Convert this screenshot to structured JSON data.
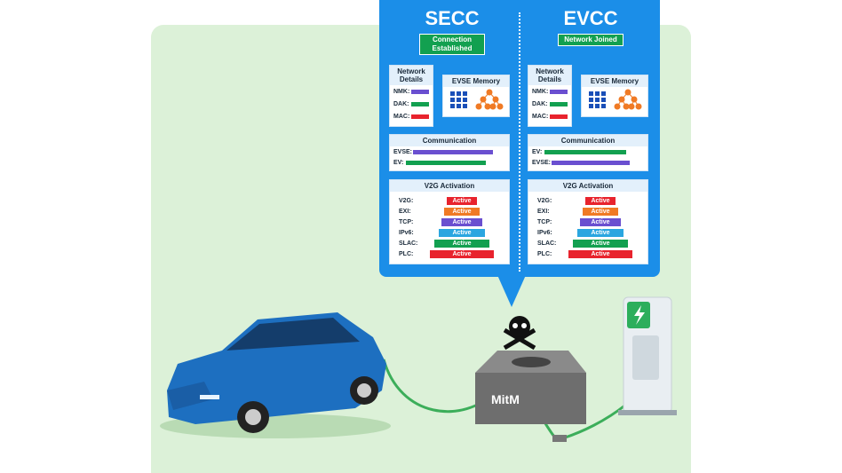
{
  "secc": {
    "title": "SECC",
    "status": "Connection Established",
    "network": {
      "heading": "Network Details",
      "rows": [
        {
          "label": "NMK:",
          "color": "#6a4fd0"
        },
        {
          "label": "DAK:",
          "color": "#12a050"
        },
        {
          "label": "MAC:",
          "color": "#e8232d"
        }
      ]
    },
    "memory": {
      "heading": "EVSE Memory"
    },
    "communication": {
      "heading": "Communication",
      "rows": [
        {
          "label": "EVSE:",
          "color": "#6a4fd0"
        },
        {
          "label": "EV:",
          "color": "#12a050"
        }
      ]
    },
    "v2g": {
      "heading": "V2G Activation"
    }
  },
  "evcc": {
    "title": "EVCC",
    "status": "Network Joined",
    "network": {
      "heading": "Network Details",
      "rows": [
        {
          "label": "NMK:",
          "color": "#6a4fd0"
        },
        {
          "label": "DAK:",
          "color": "#12a050"
        },
        {
          "label": "MAC:",
          "color": "#e8232d"
        }
      ]
    },
    "memory": {
      "heading": "EVSE Memory"
    },
    "communication": {
      "heading": "Communication",
      "rows": [
        {
          "label": "EV:",
          "color": "#12a050"
        },
        {
          "label": "EVSE:",
          "color": "#6a4fd0"
        }
      ]
    },
    "v2g": {
      "heading": "V2G Activation"
    }
  },
  "v2g_rows": [
    {
      "label": "V2G:",
      "status": "Active",
      "color": "#e8232d"
    },
    {
      "label": "EXI:",
      "status": "Active",
      "color": "#f07a25"
    },
    {
      "label": "TCP:",
      "status": "Active",
      "color": "#6a4fd0"
    },
    {
      "label": "IPv6:",
      "status": "Active",
      "color": "#2aa6e0"
    },
    {
      "label": "SLAC:",
      "status": "Active",
      "color": "#12a050"
    },
    {
      "label": "PLC:",
      "status": "Active",
      "color": "#e8232d"
    }
  ],
  "attacker": {
    "label": "MitM"
  }
}
